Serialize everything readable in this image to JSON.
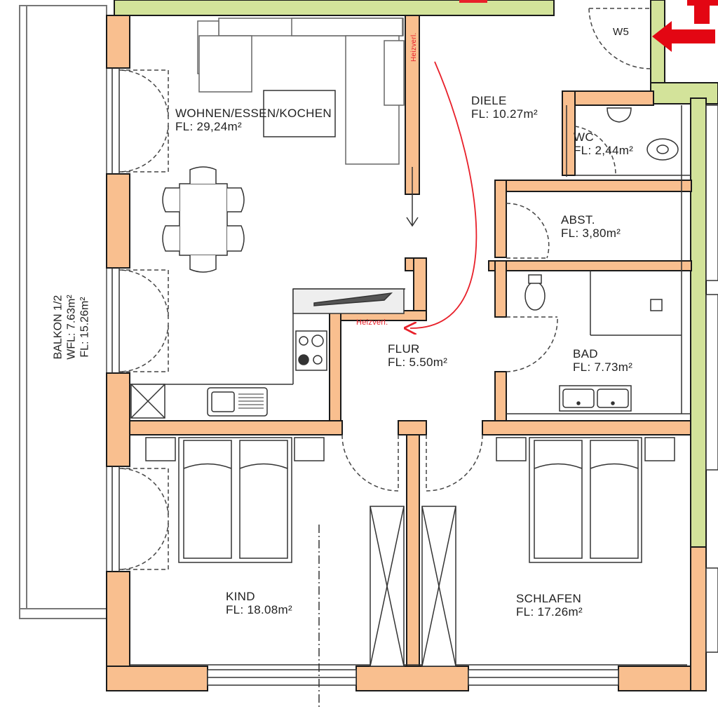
{
  "colors": {
    "wall_fill": "#f9bf8f",
    "wall_outline": "#1a1a1a",
    "exterior_wall": "#d3e39a",
    "heating_line": "#e8202a",
    "escape_arrow": "#e30613",
    "furniture": "#666666"
  },
  "rooms": {
    "wohnen": {
      "name": "WOHNEN/ESSEN/KOCHEN",
      "area": "FL: 29,24m²"
    },
    "diele": {
      "name": "DIELE",
      "area": "FL: 10.27m²"
    },
    "wc": {
      "name": "WC",
      "area": "FL: 2,44m²"
    },
    "abst": {
      "name": "ABST.",
      "area": "FL: 3,80m²"
    },
    "bad": {
      "name": "BAD",
      "area": "FL: 7.73m²"
    },
    "flur": {
      "name": "FLUR",
      "area": "FL: 5.50m²"
    },
    "kind": {
      "name": "KIND",
      "area": "FL: 18.08m²"
    },
    "schlafen": {
      "name": "SCHLAFEN",
      "area": "FL: 17.26m²"
    },
    "balkon": {
      "name": "BALKON 1/2",
      "wfl": "WFL: 7.63m²",
      "area": "FL: 15.26m²"
    }
  },
  "labels": {
    "window_tag": "W5",
    "heating_1": "Heizverl.",
    "heating_2": "Heizverl."
  },
  "icons": [
    "escape-arrow-icon",
    "door-swing-icon",
    "stove-icon",
    "sink-icon",
    "toilet-icon",
    "bed-icon",
    "wardrobe-icon",
    "chair-icon"
  ]
}
